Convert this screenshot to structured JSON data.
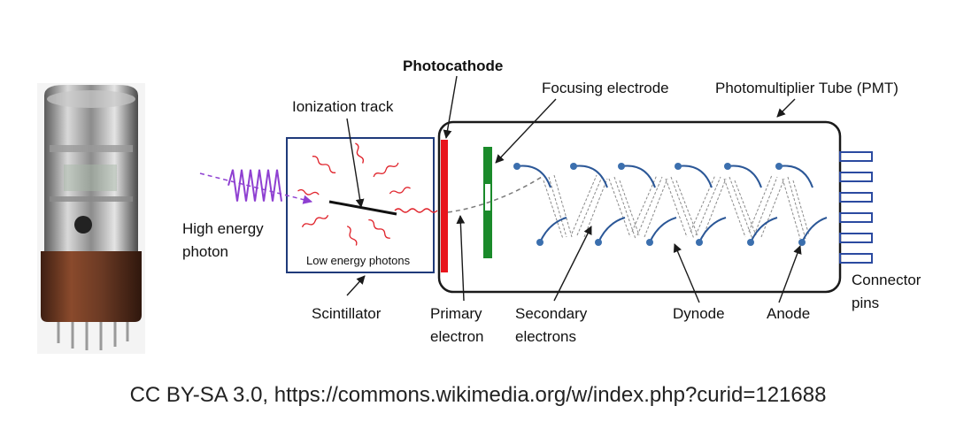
{
  "labels": {
    "photocathode": "Photocathode",
    "focusing_electrode": "Focusing electrode",
    "pmt": "Photomultiplier Tube (PMT)",
    "ionization_track": "Ionization track",
    "high_energy_photon_line1": "High energy",
    "high_energy_photon_line2": "photon",
    "low_energy_photons": "Low energy photons",
    "scintillator": "Scintillator",
    "primary_electron_line1": "Primary",
    "primary_electron_line2": "electron",
    "secondary_electrons_line1": "Secondary",
    "secondary_electrons_line2": "electrons",
    "dynode": "Dynode",
    "anode": "Anode",
    "connector_pins_line1": "Connector",
    "connector_pins_line2": "pins"
  },
  "caption": "CC BY-SA 3.0, https://commons.wikimedia.org/w/index.php?curid=121688",
  "colors": {
    "photocathode": "#e8141c",
    "focusing_electrode": "#1a8a2a",
    "outline": "#1a1a1a",
    "scintillator_box": "#1f3a7a",
    "dynode": "#2b5797",
    "dynode_dot": "#3b6fae",
    "high_energy_photon": "#8e3fd1",
    "low_energy_photons": "#e0242c",
    "electron_path": "#7a7a7a",
    "pins": "#2b4aa0",
    "tube_base": "#6b3a24"
  },
  "icons": {
    "pmt_photo": "vacuum-tube-photo"
  }
}
